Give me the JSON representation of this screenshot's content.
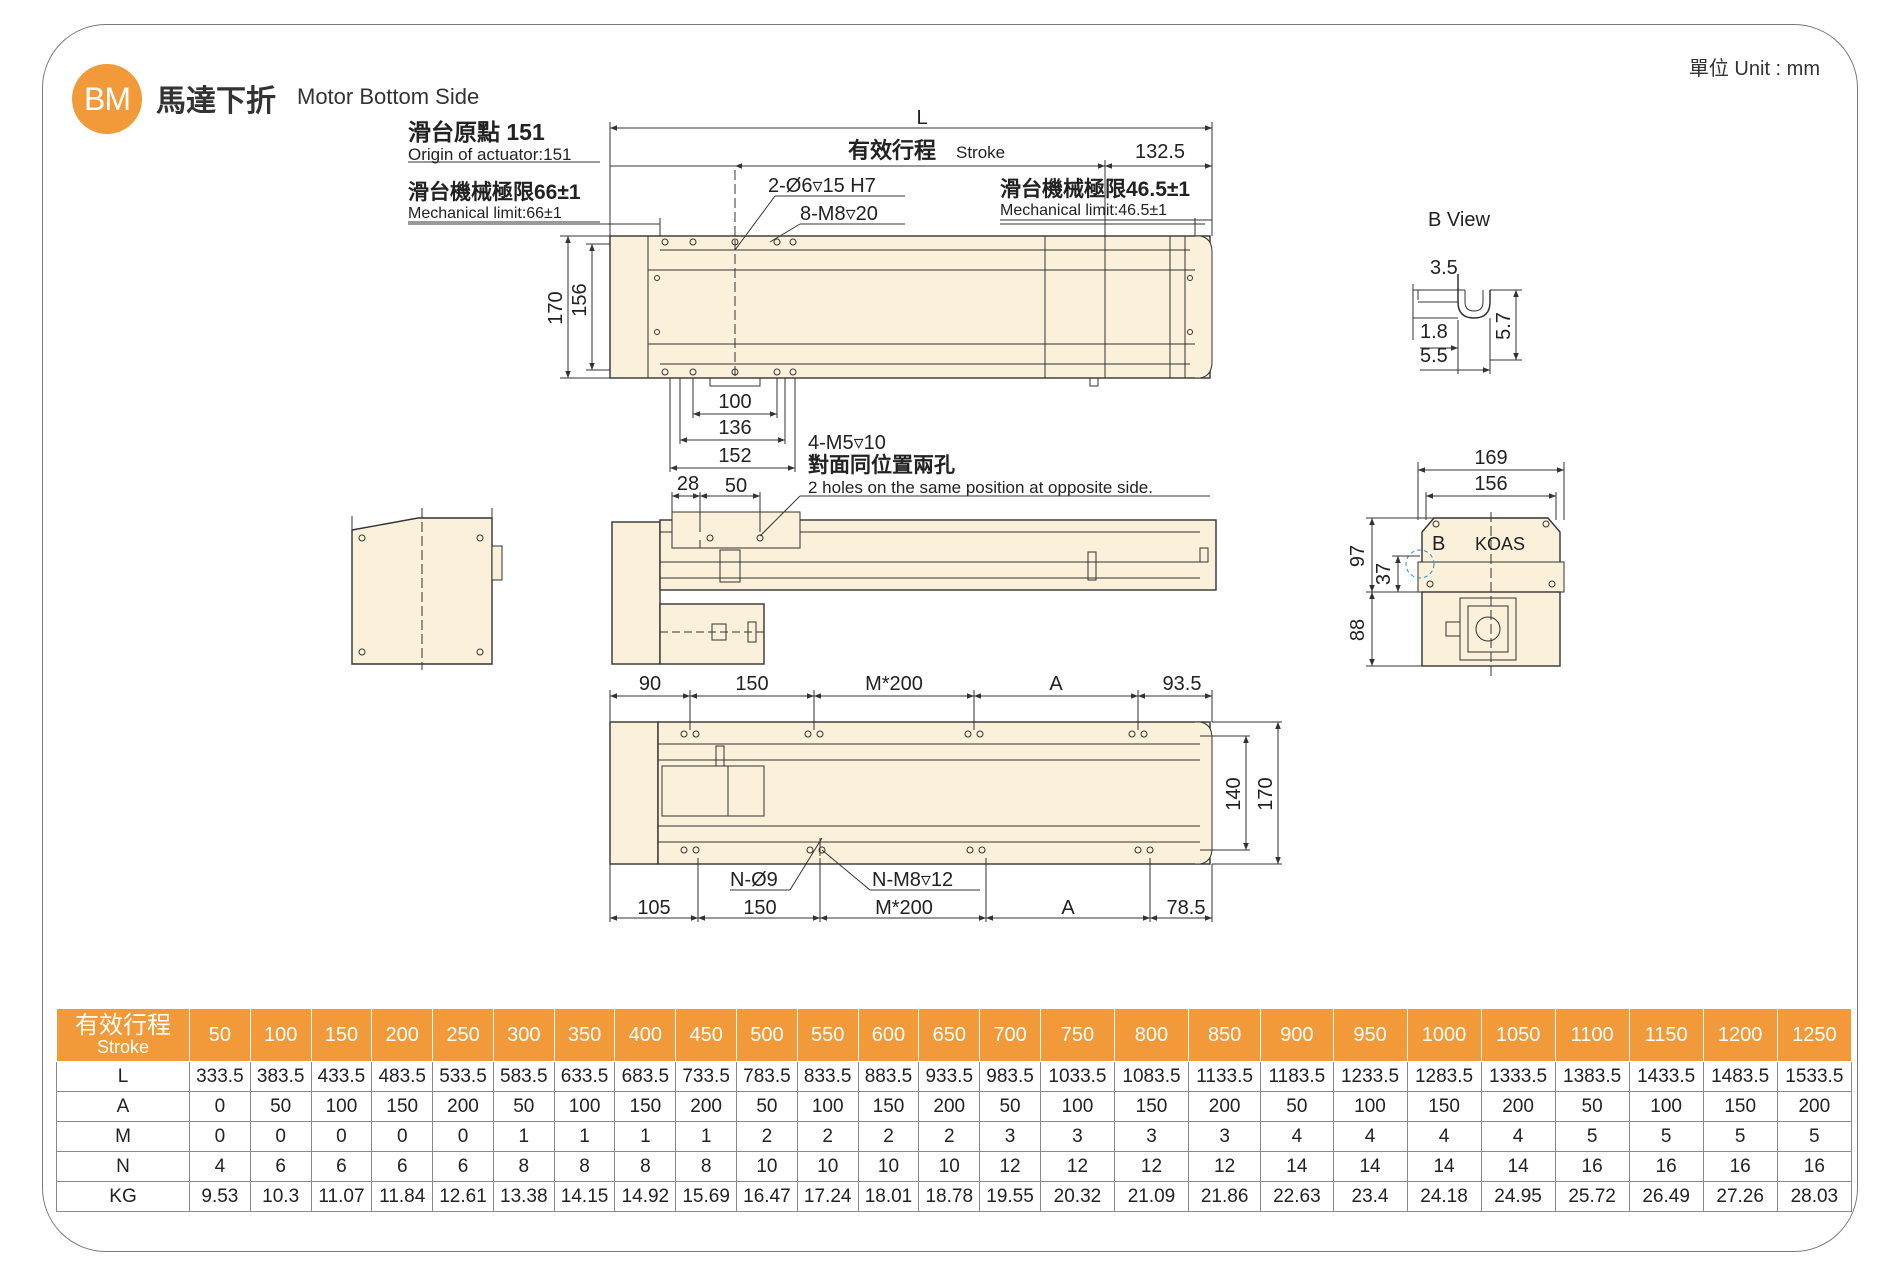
{
  "header": {
    "badge": "BM",
    "title_cn": "馬達下折",
    "title_en": "Motor Bottom Side",
    "unit": "單位 Unit : mm"
  },
  "colors": {
    "accent": "#f29a3a",
    "body_fill": "#fbf1da",
    "line": "#333333",
    "view_label": "#2a8fd0"
  },
  "labels": {
    "L": "L",
    "origin_cn": "滑台原點 151",
    "origin_en": "Origin of actuator:151",
    "stroke_cn": "有效行程",
    "stroke_en": "Stroke",
    "dim_132_5": "132.5",
    "mech_left_cn": "滑台機械極限66±1",
    "mech_left_en": "Mechanical limit:66±1",
    "mech_right_cn": "滑台機械極限46.5±1",
    "mech_right_en": "Mechanical limit:46.5±1",
    "hole_dowel": "2-Ø6▿15 H7",
    "hole_m8": "8-M8▿20",
    "dim_170": "170",
    "dim_156": "156",
    "dim_100": "100",
    "dim_136": "136",
    "dim_152": "152",
    "hole_m5": "4-M5▿10",
    "opp_cn": "對面同位置兩孔",
    "opp_en": "2 holes on the same position at opposite side.",
    "dim_28": "28",
    "dim_50": "50",
    "b_view": "B View",
    "bv_3_5": "3.5",
    "bv_1_8": "1.8",
    "bv_5_5": "5.5",
    "bv_5_7": "5.7",
    "ev_169": "169",
    "ev_156": "156",
    "ev_97": "97",
    "ev_37": "37",
    "ev_88": "88",
    "ev_b": "B",
    "ev_logo": "KOAS",
    "bt_90": "90",
    "bt_150": "150",
    "bt_m200": "M*200",
    "bt_A": "A",
    "bt_93_5": "93.5",
    "bt_140": "140",
    "bt_170": "170",
    "bt_n9": "N-Ø9",
    "bt_nm8": "N-M8▿12",
    "bt_105": "105",
    "bt_150b": "150",
    "bt_m200b": "M*200",
    "bt_Ab": "A",
    "bt_78_5": "78.5"
  },
  "table": {
    "header_cn": "有效行程",
    "header_en": "Stroke",
    "strokes": [
      "50",
      "100",
      "150",
      "200",
      "250",
      "300",
      "350",
      "400",
      "450",
      "500",
      "550",
      "600",
      "650",
      "700",
      "750",
      "800",
      "850",
      "900",
      "950",
      "1000",
      "1050",
      "1100",
      "1150",
      "1200",
      "1250"
    ],
    "rows": [
      {
        "label": "L",
        "values": [
          "333.5",
          "383.5",
          "433.5",
          "483.5",
          "533.5",
          "583.5",
          "633.5",
          "683.5",
          "733.5",
          "783.5",
          "833.5",
          "883.5",
          "933.5",
          "983.5",
          "1033.5",
          "1083.5",
          "1133.5",
          "1183.5",
          "1233.5",
          "1283.5",
          "1333.5",
          "1383.5",
          "1433.5",
          "1483.5",
          "1533.5"
        ]
      },
      {
        "label": "A",
        "values": [
          "0",
          "50",
          "100",
          "150",
          "200",
          "50",
          "100",
          "150",
          "200",
          "50",
          "100",
          "150",
          "200",
          "50",
          "100",
          "150",
          "200",
          "50",
          "100",
          "150",
          "200",
          "50",
          "100",
          "150",
          "200"
        ]
      },
      {
        "label": "M",
        "values": [
          "0",
          "0",
          "0",
          "0",
          "0",
          "1",
          "1",
          "1",
          "1",
          "2",
          "2",
          "2",
          "2",
          "3",
          "3",
          "3",
          "3",
          "4",
          "4",
          "4",
          "4",
          "5",
          "5",
          "5",
          "5"
        ]
      },
      {
        "label": "N",
        "values": [
          "4",
          "6",
          "6",
          "6",
          "6",
          "8",
          "8",
          "8",
          "8",
          "10",
          "10",
          "10",
          "10",
          "12",
          "12",
          "12",
          "12",
          "14",
          "14",
          "14",
          "14",
          "16",
          "16",
          "16",
          "16"
        ]
      },
      {
        "label": "KG",
        "values": [
          "9.53",
          "10.3",
          "11.07",
          "11.84",
          "12.61",
          "13.38",
          "14.15",
          "14.92",
          "15.69",
          "16.47",
          "17.24",
          "18.01",
          "18.78",
          "19.55",
          "20.32",
          "21.09",
          "21.86",
          "22.63",
          "23.4",
          "24.18",
          "24.95",
          "25.72",
          "26.49",
          "27.26",
          "28.03"
        ]
      }
    ]
  }
}
